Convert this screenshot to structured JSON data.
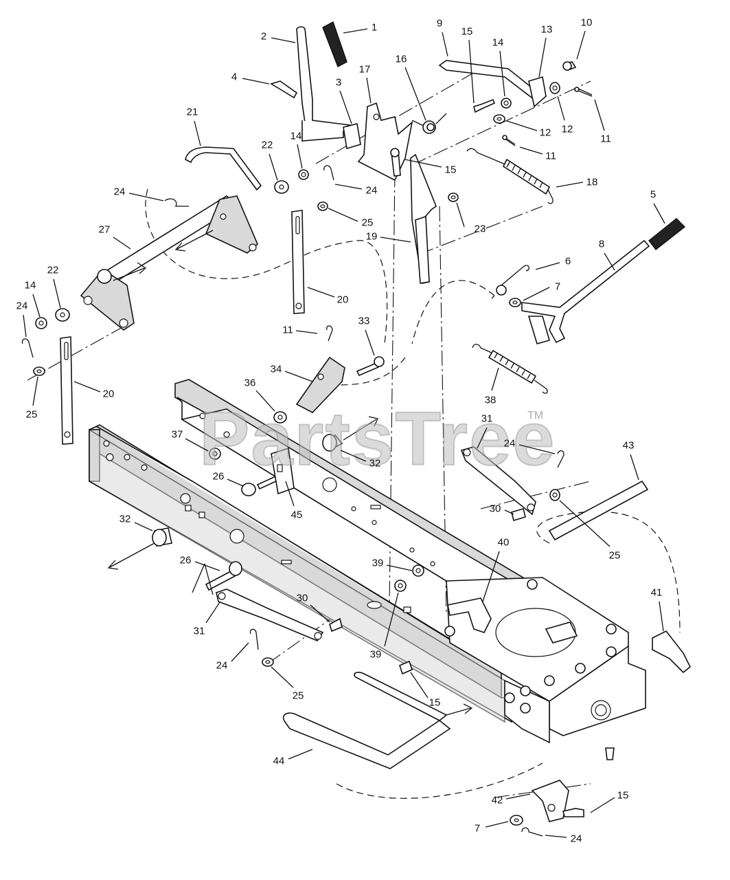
{
  "watermark": {
    "text": "PartsTree",
    "trademark": "TM"
  },
  "callouts": [
    {
      "id": "c1",
      "label": "1"
    },
    {
      "id": "c2",
      "label": "2"
    },
    {
      "id": "c3",
      "label": "3"
    },
    {
      "id": "c4",
      "label": "4"
    },
    {
      "id": "c5",
      "label": "5"
    },
    {
      "id": "c6",
      "label": "6"
    },
    {
      "id": "c7a",
      "label": "7"
    },
    {
      "id": "c7b",
      "label": "7"
    },
    {
      "id": "c8",
      "label": "8"
    },
    {
      "id": "c9",
      "label": "9"
    },
    {
      "id": "c10",
      "label": "10"
    },
    {
      "id": "c11a",
      "label": "11"
    },
    {
      "id": "c11b",
      "label": "11"
    },
    {
      "id": "c11c",
      "label": "11"
    },
    {
      "id": "c12a",
      "label": "12"
    },
    {
      "id": "c12b",
      "label": "12"
    },
    {
      "id": "c13",
      "label": "13"
    },
    {
      "id": "c14a",
      "label": "14"
    },
    {
      "id": "c14b",
      "label": "14"
    },
    {
      "id": "c14c",
      "label": "14"
    },
    {
      "id": "c15a",
      "label": "15"
    },
    {
      "id": "c15b",
      "label": "15"
    },
    {
      "id": "c15c",
      "label": "15"
    },
    {
      "id": "c15d",
      "label": "15"
    },
    {
      "id": "c16",
      "label": "16"
    },
    {
      "id": "c17",
      "label": "17"
    },
    {
      "id": "c18",
      "label": "18"
    },
    {
      "id": "c19",
      "label": "19"
    },
    {
      "id": "c20a",
      "label": "20"
    },
    {
      "id": "c20b",
      "label": "20"
    },
    {
      "id": "c21",
      "label": "21"
    },
    {
      "id": "c22a",
      "label": "22"
    },
    {
      "id": "c22b",
      "label": "22"
    },
    {
      "id": "c23",
      "label": "23"
    },
    {
      "id": "c24a",
      "label": "24"
    },
    {
      "id": "c24b",
      "label": "24"
    },
    {
      "id": "c24c",
      "label": "24"
    },
    {
      "id": "c24d",
      "label": "24"
    },
    {
      "id": "c24e",
      "label": "24"
    },
    {
      "id": "c24f",
      "label": "24"
    },
    {
      "id": "c25a",
      "label": "25"
    },
    {
      "id": "c25b",
      "label": "25"
    },
    {
      "id": "c25c",
      "label": "25"
    },
    {
      "id": "c25d",
      "label": "25"
    },
    {
      "id": "c26a",
      "label": "26"
    },
    {
      "id": "c26b",
      "label": "26"
    },
    {
      "id": "c27",
      "label": "27"
    },
    {
      "id": "c30a",
      "label": "30"
    },
    {
      "id": "c30b",
      "label": "30"
    },
    {
      "id": "c31a",
      "label": "31"
    },
    {
      "id": "c31b",
      "label": "31"
    },
    {
      "id": "c32a",
      "label": "32"
    },
    {
      "id": "c32b",
      "label": "32"
    },
    {
      "id": "c33",
      "label": "33"
    },
    {
      "id": "c34",
      "label": "34"
    },
    {
      "id": "c36",
      "label": "36"
    },
    {
      "id": "c37",
      "label": "37"
    },
    {
      "id": "c38",
      "label": "38"
    },
    {
      "id": "c39a",
      "label": "39"
    },
    {
      "id": "c39b",
      "label": "39"
    },
    {
      "id": "c40",
      "label": "40"
    },
    {
      "id": "c41",
      "label": "41"
    },
    {
      "id": "c42",
      "label": "42"
    },
    {
      "id": "c43",
      "label": "43"
    },
    {
      "id": "c44",
      "label": "44"
    },
    {
      "id": "c45",
      "label": "45"
    }
  ]
}
